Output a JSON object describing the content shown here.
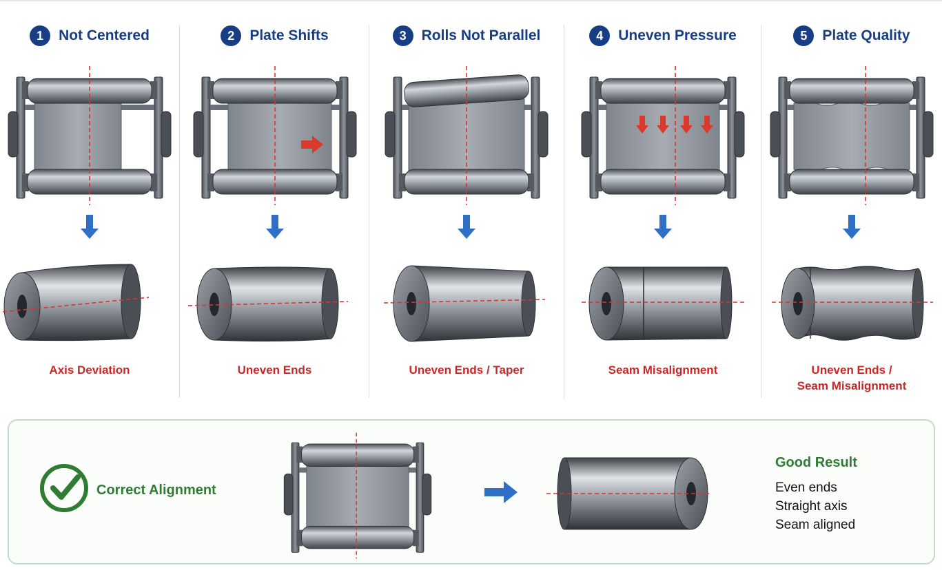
{
  "issues": [
    {
      "number": "1",
      "title": "Not Centered",
      "result": "Axis Deviation"
    },
    {
      "number": "2",
      "title": "Plate Shifts",
      "result": "Uneven Ends"
    },
    {
      "number": "3",
      "title": "Rolls Not Parallel",
      "result": "Uneven Ends / Taper"
    },
    {
      "number": "4",
      "title": "Uneven Pressure",
      "result": "Seam Misalignment"
    },
    {
      "number": "5",
      "title": "Plate Quality",
      "result_line1": "Uneven Ends /",
      "result_line2": "Seam Misalignment"
    }
  ],
  "correct": {
    "label": "Correct Alignment",
    "result_title": "Good Result",
    "result_items": [
      "Even ends",
      "Straight axis",
      "Seam aligned"
    ]
  },
  "colors": {
    "header_blue": "#173d84",
    "defect_red": "#c62828",
    "good_green": "#2e7d32",
    "arrow_blue": "#2f6fc6",
    "centerline_red": "#e03030"
  }
}
